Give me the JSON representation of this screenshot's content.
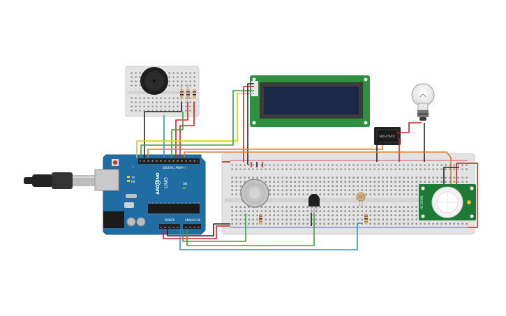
{
  "arduino": {
    "brand": "ARDUINO",
    "model": "UNO",
    "digital_header": "DIGITAL (PWM~)",
    "power_header": "POWER",
    "analog_header": "ANALOG IN",
    "tx_label": "TX",
    "rx_label": "RX",
    "l_label": "L",
    "on_label": "ON"
  },
  "relay": {
    "text": "SRD-05VDC"
  },
  "pir": {
    "text": "HC-SR501"
  },
  "colors": {
    "breadboard": "#e3e3e3",
    "arduino_board": "#1f6da3",
    "lcd_board": "#2f9140",
    "lcd_screen": "#1a2848",
    "pir_board": "#1d7a35",
    "wire_red": "#d11f1f",
    "wire_black": "#222222",
    "wire_orange": "#e07b18",
    "wire_yellow": "#d8c51a",
    "wire_green": "#3a9e3a",
    "wire_blue": "#3a8fc8"
  },
  "components": [
    "arduino-uno",
    "usb-cable",
    "small-breadboard",
    "piezo-buzzer",
    "lcd-16x2",
    "relay-module",
    "light-bulb",
    "main-breadboard",
    "gas-sensor",
    "temperature-sensor",
    "photoresistor",
    "pir-sensor",
    "resistors"
  ]
}
